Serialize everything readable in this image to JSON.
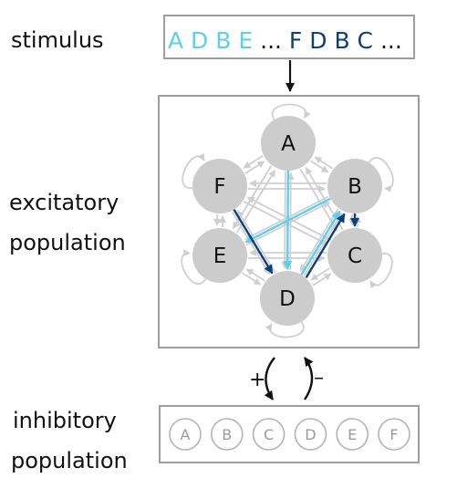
{
  "labels": {
    "stimulus": "stimulus",
    "excitatory": [
      "excitatory",
      "population"
    ],
    "inhibitory": [
      "inhibitory",
      "population"
    ]
  },
  "stimulus_sequence": [
    {
      "text": "A",
      "color": "#5ccfee"
    },
    {
      "text": "D",
      "color": "#5ccfee"
    },
    {
      "text": "B",
      "color": "#5ccfee"
    },
    {
      "text": "E",
      "color": "#5ccfee"
    },
    {
      "text": "...",
      "color": "#111111"
    },
    {
      "text": "F",
      "color": "#0d3f7a"
    },
    {
      "text": "D",
      "color": "#0d3f7a"
    },
    {
      "text": "B",
      "color": "#0d3f7a"
    },
    {
      "text": "C",
      "color": "#0d3f7a"
    },
    {
      "text": "...",
      "color": "#111111"
    }
  ],
  "excitatory_nodes": [
    "A",
    "B",
    "C",
    "D",
    "E",
    "F"
  ],
  "inhibitory_nodes": [
    "A",
    "B",
    "C",
    "D",
    "E",
    "F"
  ],
  "highlighted_edges": [
    {
      "from": "A",
      "to": "D",
      "color": "#5ccfee"
    },
    {
      "from": "D",
      "to": "B",
      "color": "#5ccfee"
    },
    {
      "from": "B",
      "to": "E",
      "color": "#5ccfee"
    },
    {
      "from": "F",
      "to": "D",
      "color": "#0d3f7a"
    },
    {
      "from": "D",
      "to": "B",
      "color": "#0d3f7a"
    },
    {
      "from": "B",
      "to": "C",
      "color": "#0d3f7a"
    }
  ],
  "coupling_signs": {
    "excitatory_to_inhibitory": "+",
    "inhibitory_to_excitatory": "–"
  },
  "colors": {
    "node_fill": "#cccccc",
    "edge_gray": "#cfcfcf",
    "box_border": "#9e9e9e",
    "light_blue": "#5ccfee",
    "dark_blue": "#0d3f7a"
  }
}
